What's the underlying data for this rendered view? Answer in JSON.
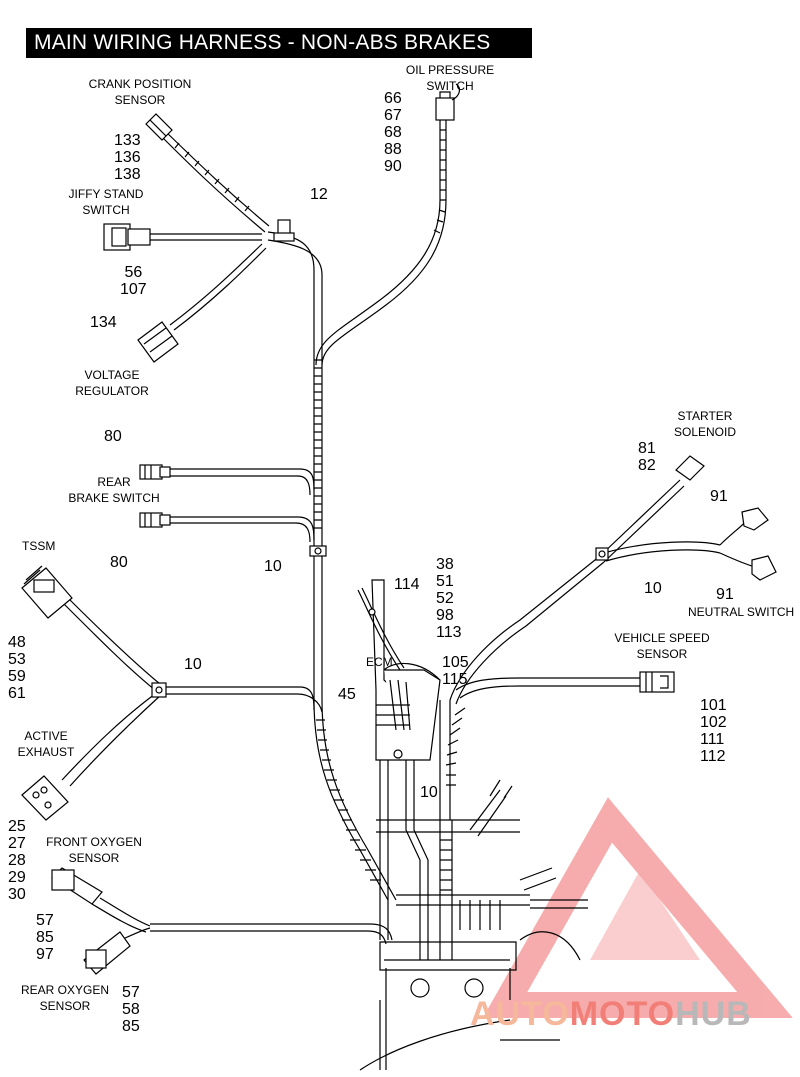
{
  "title": "MAIN WIRING HARNESS - NON-ABS BRAKES",
  "components": {
    "crank_position_sensor": {
      "name_lines": [
        "CRANK POSITION",
        "SENSOR"
      ],
      "refs": [
        "133",
        "136",
        "138"
      ]
    },
    "oil_pressure_switch": {
      "name_lines": [
        "OIL PRESSURE",
        "SWITCH"
      ],
      "refs": [
        "66",
        "67",
        "68",
        "88",
        "90"
      ]
    },
    "clip_12": {
      "ref": "12"
    },
    "jiffy_stand_switch": {
      "name_lines": [
        "JIFFY STAND",
        "SWITCH"
      ],
      "refs": [
        "56",
        "107"
      ]
    },
    "voltage_regulator": {
      "name_lines": [
        "VOLTAGE",
        "REGULATOR"
      ],
      "ref": "134"
    },
    "rear_brake_switch": {
      "name_lines": [
        "REAR",
        "BRAKE SWITCH"
      ],
      "ref_top": "80",
      "ref_bottom": "80"
    },
    "clip_10_a": {
      "ref": "10"
    },
    "tssm": {
      "name": "TSSM",
      "refs": [
        "48",
        "53",
        "59",
        "61"
      ]
    },
    "clip_10_b": {
      "ref": "10"
    },
    "active_exhaust": {
      "name_lines": [
        "ACTIVE",
        "EXHAUST"
      ],
      "refs": [
        "25",
        "27",
        "28",
        "29",
        "30"
      ]
    },
    "front_oxygen_sensor": {
      "name_lines": [
        "FRONT OXYGEN",
        "SENSOR"
      ],
      "refs": [
        "57",
        "85",
        "97"
      ]
    },
    "rear_oxygen_sensor": {
      "name_lines": [
        "REAR OXYGEN",
        "SENSOR"
      ],
      "refs": [
        "57",
        "58",
        "85"
      ]
    },
    "ecm": {
      "name": "ECM",
      "ref": "45",
      "clip_ref": "10",
      "refs_a": [
        "38",
        "51",
        "52",
        "98",
        "113"
      ],
      "refs_b": [
        "105",
        "115"
      ],
      "tie_ref": "114"
    },
    "starter_solenoid": {
      "name_lines": [
        "STARTER",
        "SOLENOID"
      ],
      "refs": [
        "81",
        "82"
      ]
    },
    "neutral_switch": {
      "name": "NEUTRAL SWITCH",
      "ref_top": "91",
      "ref_bottom": "91"
    },
    "clip_10_c": {
      "ref": "10"
    },
    "vehicle_speed_sensor": {
      "name_lines": [
        "VEHICLE SPEED",
        "SENSOR"
      ],
      "refs": [
        "101",
        "102",
        "111",
        "112"
      ]
    }
  },
  "watermark": {
    "part1": "AUTO",
    "part2": "MOTO",
    "part3": "HUB"
  },
  "colors": {
    "line": "#000000",
    "title_bg": "#000000",
    "title_text": "#ffffff",
    "wm_triangle": "#f06a6a"
  }
}
